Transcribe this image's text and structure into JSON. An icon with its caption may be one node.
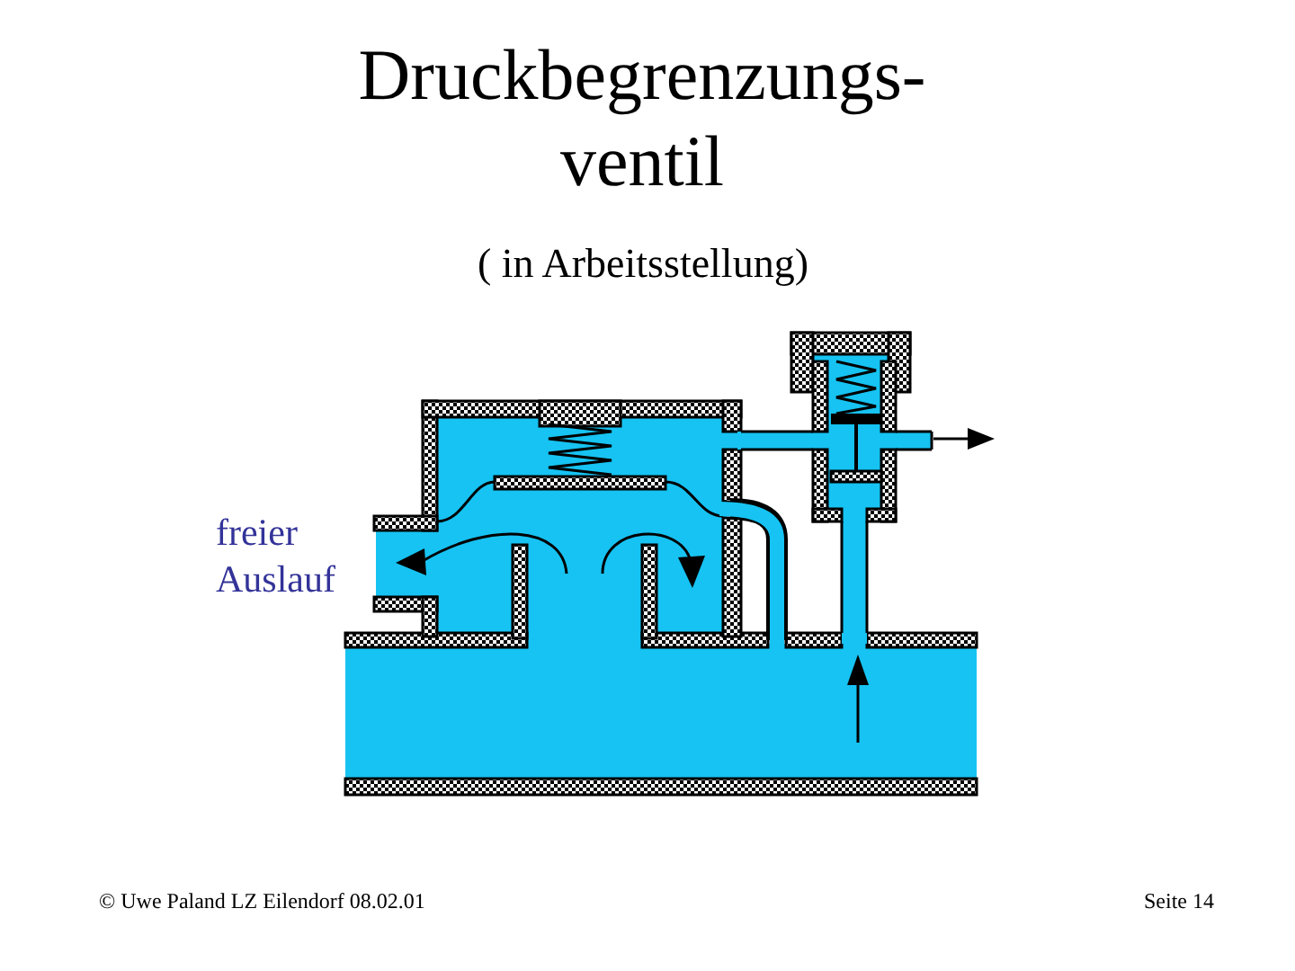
{
  "diagram": {
    "title": "Druckbegrenzungs- ventil",
    "labels": [
      "( in Arbeitsstellung)",
      "freier Auslauf",
      "© Uwe Paland LZ Eilendorf 08.02.01",
      "Seite 14"
    ]
  }
}
